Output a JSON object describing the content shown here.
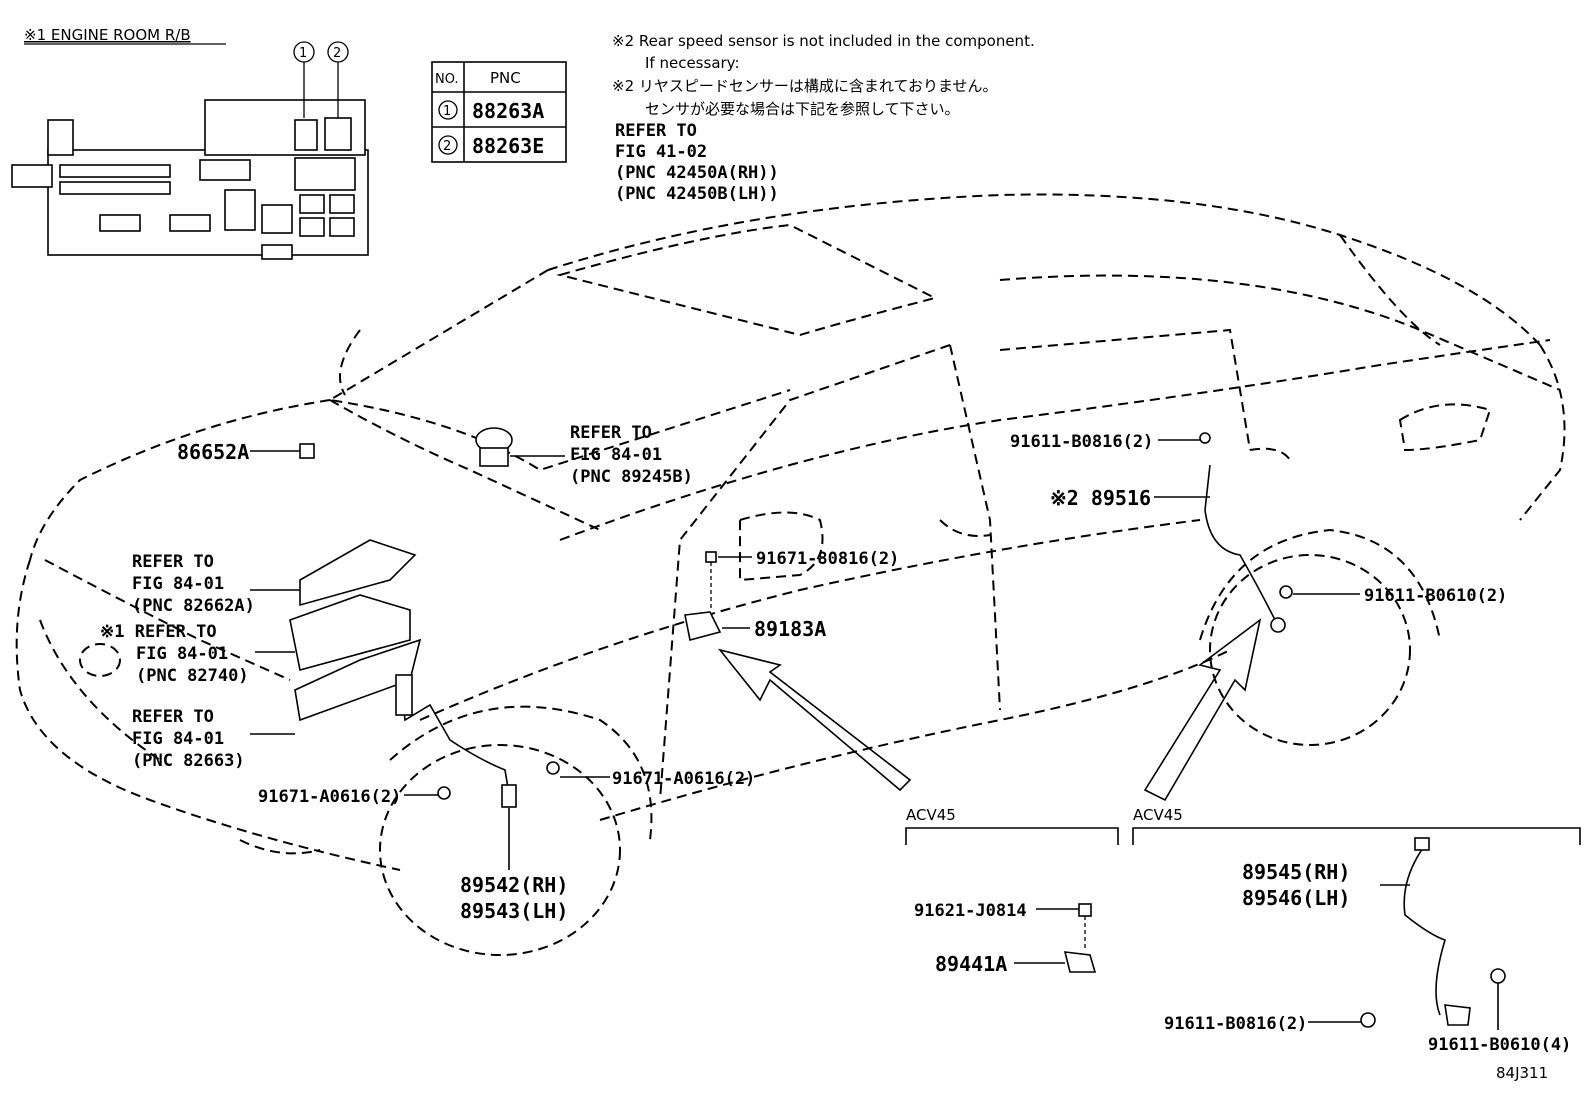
{
  "engine_room_title": "※1 ENGINE ROOM R/B",
  "pnc_table": {
    "header_no": "NO.",
    "header_pnc": "PNC",
    "rows": [
      {
        "no": "1",
        "pnc": "88263A"
      },
      {
        "no": "2",
        "pnc": "88263E"
      }
    ]
  },
  "callout_1": "1",
  "callout_2": "2",
  "note": {
    "line1": "※2 Rear speed sensor is not included in the component.",
    "line2": "If necessary:",
    "line3": "※2 リヤスピードセンサーは構成に含まれておりません。",
    "line4": "センサが必要な場合は下記を参照して下さい。",
    "line5": "REFER TO",
    "line6": "FIG 41-02",
    "line7": "(PNC 42450A(RH))",
    "line8": "(PNC 42450B(LH))"
  },
  "labels": {
    "p86652a": "86652A",
    "ref_89245b_1": "REFER TO",
    "ref_89245b_2": "FIG 84-01",
    "ref_89245b_3": "(PNC 89245B)",
    "ref_82662a_1": "REFER TO",
    "ref_82662a_2": "FIG 84-01",
    "ref_82662a_3": "(PNC 82662A)",
    "ref_82740_1": "※1 REFER TO",
    "ref_82740_2": "FIG 84-01",
    "ref_82740_3": "(PNC 82740)",
    "ref_82663_1": "REFER TO",
    "ref_82663_2": "FIG 84-01",
    "ref_82663_3": "(PNC 82663)",
    "p91671_a0616_left": "91671-A0616(2)",
    "p91671_a0616_mid": "91671-A0616(2)",
    "p89542": "89542(RH)",
    "p89543": "89543(LH)",
    "p91671_80816": "91671-80816(2)",
    "p89183a": "89183A",
    "p91611_b0816_top": "91611-B0816(2)",
    "p89516": "※2 89516",
    "p91611_b0610_2": "91611-B0610(2)",
    "acv45_left": "ACV45",
    "acv45_right": "ACV45",
    "p91621_j0814": "91621-J0814",
    "p89441a": "89441A",
    "p89545": "89545(RH)",
    "p89546": "89546(LH)",
    "p91611_b0816_bottom": "91611-B0816(2)",
    "p91611_b0610_4": "91611-B0610(4)",
    "figure_code": "84J311"
  }
}
